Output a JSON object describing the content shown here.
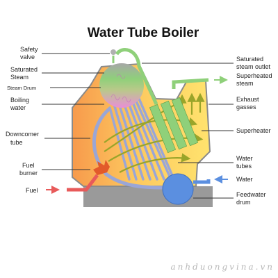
{
  "title": "Water Tube Boiler",
  "labels": {
    "safety_valve": [
      "Safety",
      "valve"
    ],
    "saturated_steam": [
      "Saturated",
      "Steam"
    ],
    "steam_drum": "Steam Drum",
    "boiling_water": [
      "Boiling",
      "water"
    ],
    "downcomer_tube": [
      "Downcomer",
      "tube"
    ],
    "fuel_burner": [
      "Fuel",
      "burner"
    ],
    "fuel": "Fuel",
    "saturated_steam_outlet": [
      "Saturated",
      "steam outlet"
    ],
    "superheated_steam": [
      "Superheated",
      "steam"
    ],
    "exhaust_gasses": [
      "Exhaust",
      "gasses"
    ],
    "superheater": "Superheater",
    "water_tubes": [
      "Water",
      "tubes"
    ],
    "water": "Water",
    "feedwater_drum": [
      "Feedwater",
      "drum"
    ]
  },
  "watermark": "anhduongvina.vn",
  "colors": {
    "furnace_hot": "#f7a14a",
    "furnace_warm": "#ffd86a",
    "steam_green": "#8fd07a",
    "water_pink": "#e79bd6",
    "tube": "#9aa6d6",
    "feed_drum": "#5b8fe0",
    "fuel_red": "#e85a5a",
    "base_grey": "#9a9a9a",
    "outline": "#8a8a8a",
    "arrow_olive": "#9aa52a"
  }
}
